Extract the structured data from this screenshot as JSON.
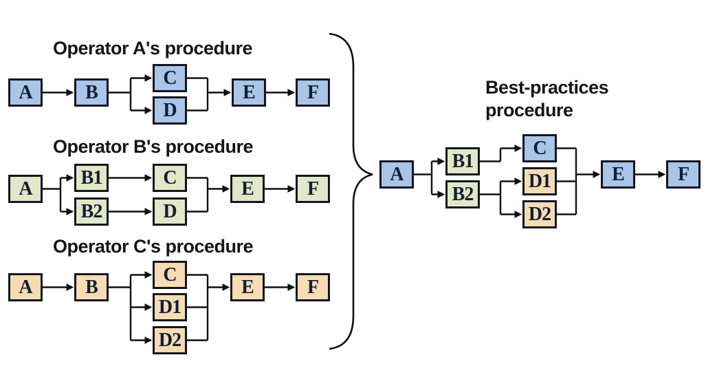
{
  "colors": {
    "operator_a_blue": "#a9c5e8",
    "operator_b_green": "#e1e7c8",
    "operator_c_orange": "#f5dcb5",
    "box_border": "#15151f",
    "connector_line": "#101010",
    "label_text": "#141d33",
    "background": "#ffffff"
  },
  "procedures": [
    {
      "title": "Operator A's procedure",
      "theme": "blue",
      "nodes": [
        {
          "label": "A",
          "color": "blue"
        },
        {
          "label": "B",
          "color": "blue"
        },
        {
          "label": "C",
          "color": "blue"
        },
        {
          "label": "D",
          "color": "blue"
        },
        {
          "label": "E",
          "color": "blue"
        },
        {
          "label": "F",
          "color": "blue"
        }
      ],
      "edges": [
        "A→B",
        "B→C",
        "B→D",
        "C→E",
        "D→E",
        "E→F"
      ]
    },
    {
      "title": "Operator B's procedure",
      "theme": "green",
      "nodes": [
        {
          "label": "A",
          "color": "green"
        },
        {
          "label": "B1",
          "color": "green"
        },
        {
          "label": "B2",
          "color": "green"
        },
        {
          "label": "C",
          "color": "green"
        },
        {
          "label": "D",
          "color": "green"
        },
        {
          "label": "E",
          "color": "green"
        },
        {
          "label": "F",
          "color": "green"
        }
      ],
      "edges": [
        "A→B1",
        "A→B2",
        "B1→C",
        "B2→D",
        "C→E",
        "D→E",
        "E→F"
      ]
    },
    {
      "title": "Operator C's procedure",
      "theme": "orange",
      "nodes": [
        {
          "label": "A",
          "color": "orange"
        },
        {
          "label": "B",
          "color": "orange"
        },
        {
          "label": "C",
          "color": "orange"
        },
        {
          "label": "D1",
          "color": "orange"
        },
        {
          "label": "D2",
          "color": "orange"
        },
        {
          "label": "E",
          "color": "orange"
        },
        {
          "label": "F",
          "color": "orange"
        }
      ],
      "edges": [
        "A→B",
        "B→C",
        "B→D1",
        "B→D2",
        "C→E",
        "D1→E",
        "D2→E",
        "E→F"
      ]
    },
    {
      "title": "Best-practices procedure",
      "title_lines": [
        "Best-practices",
        "procedure"
      ],
      "theme": "mixed",
      "nodes": [
        {
          "label": "A",
          "color": "blue"
        },
        {
          "label": "B1",
          "color": "green"
        },
        {
          "label": "B2",
          "color": "green"
        },
        {
          "label": "C",
          "color": "blue"
        },
        {
          "label": "D1",
          "color": "orange"
        },
        {
          "label": "D2",
          "color": "orange"
        },
        {
          "label": "E",
          "color": "blue"
        },
        {
          "label": "F",
          "color": "blue"
        }
      ],
      "edges": [
        "A→B1",
        "A→B2",
        "B1→C",
        "B2→D1",
        "B2→D2",
        "C→E",
        "D1→E",
        "D2→E",
        "E→F"
      ]
    }
  ],
  "brace": {
    "glyph": "}",
    "meaning": "three operator procedures combined into best-practices procedure"
  }
}
